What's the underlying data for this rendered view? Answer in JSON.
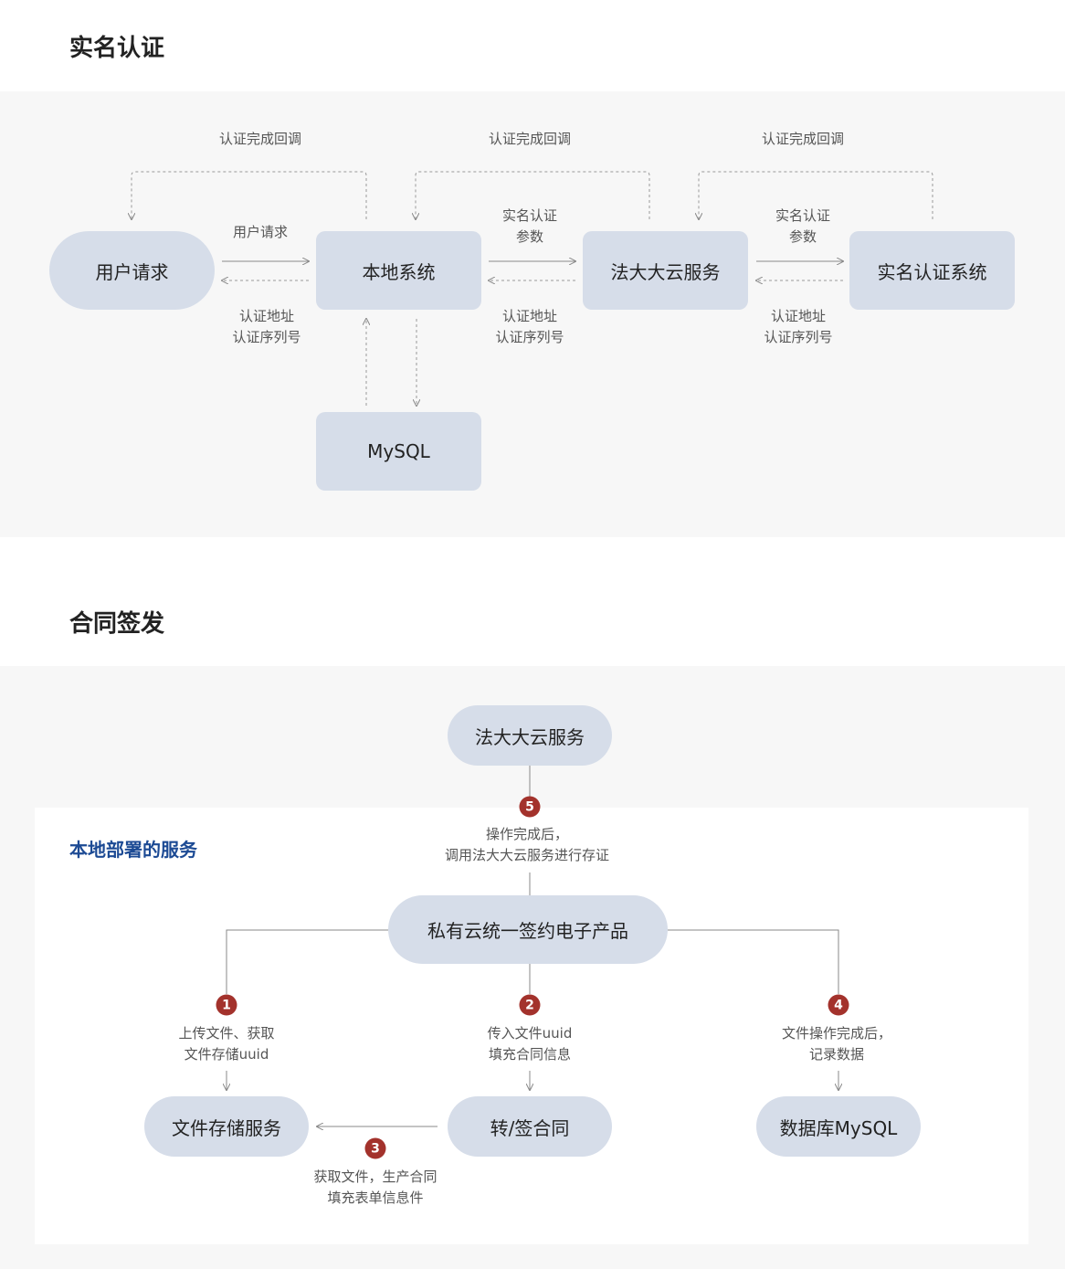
{
  "sections": {
    "auth": {
      "title": "实名认证",
      "nodes": {
        "user_request": "用户请求",
        "local_system": "本地系统",
        "fadada_service": "法大大云服务",
        "realname_system": "实名认证系统",
        "mysql": "MySQL"
      },
      "labels": {
        "callback_1": "认证完成回调",
        "callback_2": "认证完成回调",
        "callback_3": "认证完成回调",
        "user_request_arrow": "用户请求",
        "params_1": [
          "实名认证",
          "参数"
        ],
        "params_2": [
          "实名认证",
          "参数"
        ],
        "return_1": [
          "认证地址",
          "认证序列号"
        ],
        "return_2": [
          "认证地址",
          "认证序列号"
        ],
        "return_3": [
          "认证地址",
          "认证序列号"
        ]
      }
    },
    "contract": {
      "title": "合同签发",
      "local_deploy_title": "本地部署的服务",
      "nodes": {
        "fadada_service": "法大大云服务",
        "private_cloud": "私有云统一签约电子产品",
        "file_storage": "文件存储服务",
        "sign_contract": "转/签合同",
        "database": "数据库MySQL"
      },
      "steps": {
        "s1": {
          "num": "1",
          "text": [
            "上传文件、获取",
            "文件存储uuid"
          ]
        },
        "s2": {
          "num": "2",
          "text": [
            "传入文件uuid",
            "填充合同信息"
          ]
        },
        "s3": {
          "num": "3",
          "text": [
            "获取文件，生产合同",
            "填充表单信息件"
          ]
        },
        "s4": {
          "num": "4",
          "text": [
            "文件操作完成后，",
            "记录数据"
          ]
        },
        "s5": {
          "num": "5",
          "text": [
            "操作完成后，",
            "调用法大大云服务进行存证"
          ]
        }
      }
    }
  },
  "colors": {
    "node_fill": "#d6dde9",
    "panel_bg": "#f7f7f7",
    "badge": "#a3322c",
    "accent_title": "#1c4a94",
    "line": "#888888"
  }
}
